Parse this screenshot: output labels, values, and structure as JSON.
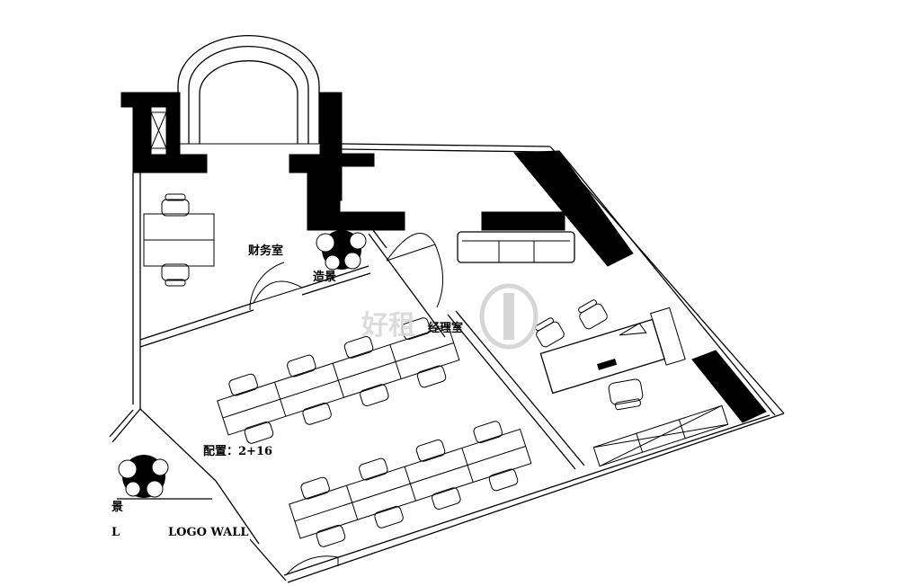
{
  "labels": {
    "finance_room": "财务室",
    "landscape_top": "造景",
    "manager_room": "经理室",
    "config": "配置：2+16",
    "landscape_bottom": "景",
    "logo_wall": "LOGO WALL",
    "edge_mark": "L"
  },
  "watermark": {
    "text": "好租"
  }
}
